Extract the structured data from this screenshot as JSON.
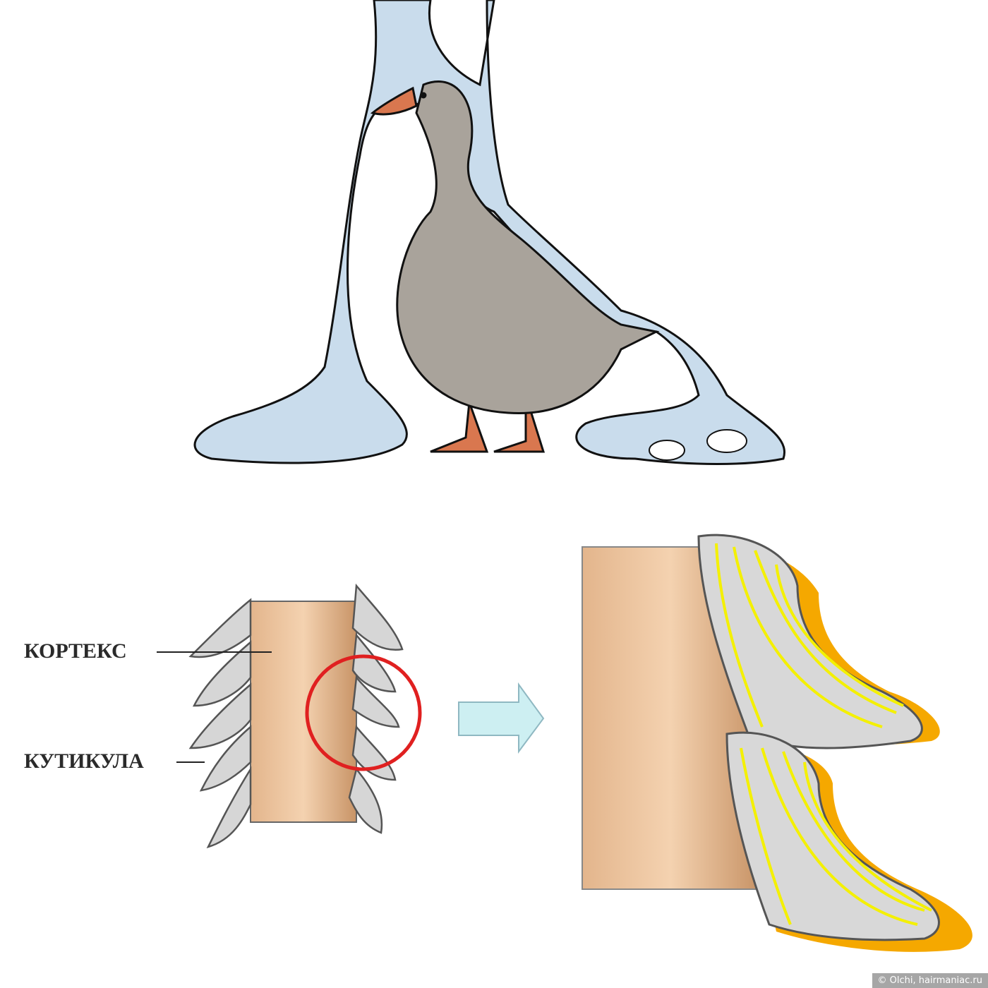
{
  "labels": {
    "cortex": "КОРТЕКС",
    "cuticle": "КУТИКУЛА"
  },
  "watermark": "© Olchi, hairmaniac.ru",
  "colors": {
    "water": "#c9dcec",
    "goose": "#a9a39b",
    "beak": "#d9774f",
    "hair": "#e6b88c",
    "scale": "#d6d6d6",
    "highlight": "#e02020",
    "arrow": "#cdeff2",
    "scale_lines": "#f4f000",
    "scale_edge": "#f5a800"
  }
}
